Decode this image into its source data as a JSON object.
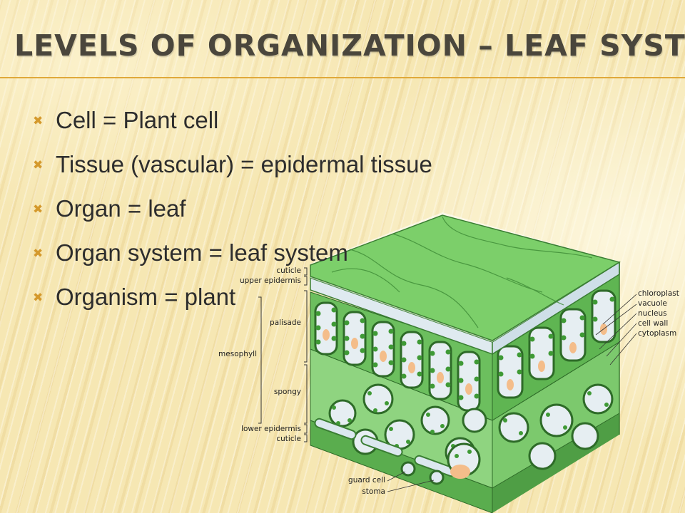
{
  "slide": {
    "title": "LEVELS OF ORGANIZATION – LEAF  SYSTEM",
    "bullets": [
      "Cell = Plant cell",
      "Tissue (vascular) = epidermal tissue",
      "Organ = leaf",
      "Organ system = leaf system",
      "Organism = plant"
    ],
    "bullet_icon": "x-mark-icon",
    "colors": {
      "accent": "#d4992c",
      "title_text": "#4a463c",
      "body_text": "#2d2d2d",
      "background": "#f6e7b3",
      "leaf_green": "#7ccf6a"
    }
  },
  "diagram": {
    "left_labels": {
      "cuticle_top": "cuticle",
      "upper_epidermis": "upper epidermis",
      "palisade": "palisade",
      "mesophyll": "mesophyll",
      "spongy": "spongy",
      "lower_epidermis": "lower epidermis",
      "cuticle_bottom": "cuticle",
      "guard_cell": "guard cell",
      "stoma": "stoma"
    },
    "right_labels": {
      "chloroplast": "chloroplast",
      "vacuole": "vacuole",
      "nucleus": "nucleus",
      "cell_wall": "cell wall",
      "cytoplasm": "cytoplasm"
    }
  }
}
